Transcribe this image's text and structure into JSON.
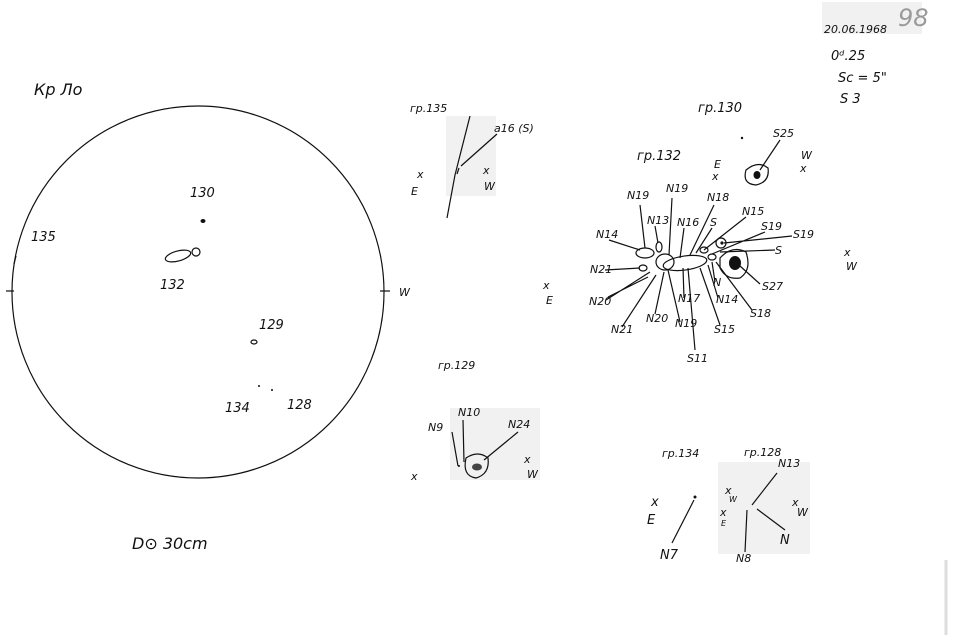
{
  "header": {
    "date": "20.06.1968",
    "sheet_number": "98",
    "time": "0ᵈ.25",
    "seeing": "Sc = 5\"",
    "s_value": "S   3",
    "observer_code": "Кр Ло",
    "disk_note": "D⊙ 30cm"
  },
  "disk": {
    "west_label": "W",
    "groups": [
      {
        "id": "130"
      },
      {
        "id": "132"
      },
      {
        "id": "135"
      },
      {
        "id": "129"
      },
      {
        "id": "134"
      },
      {
        "id": "128"
      }
    ]
  },
  "orientation": {
    "east": "E",
    "west": "W",
    "cross": "x"
  },
  "group_135": {
    "title": "гр.135",
    "label": "a16 (S)"
  },
  "group_130": {
    "title": "гр.130",
    "label": "S25"
  },
  "group_132": {
    "title": "гр.132",
    "labels": [
      "N19",
      "N19",
      "N18",
      "N13",
      "N16",
      "S",
      "N15",
      "S19",
      "S19",
      "S",
      "N14",
      "N21",
      "N20",
      "N21",
      "N20",
      "N19",
      "N17",
      "N",
      "N14",
      "S15",
      "S18",
      "S27",
      "S11"
    ]
  },
  "group_129": {
    "title": "гр.129",
    "labels": [
      "N9",
      "N10",
      "N24"
    ]
  },
  "group_134": {
    "title": "гр.134",
    "label": "N7"
  },
  "group_128": {
    "title": "гр.128",
    "labels": [
      "N13",
      "N8",
      "N"
    ]
  }
}
